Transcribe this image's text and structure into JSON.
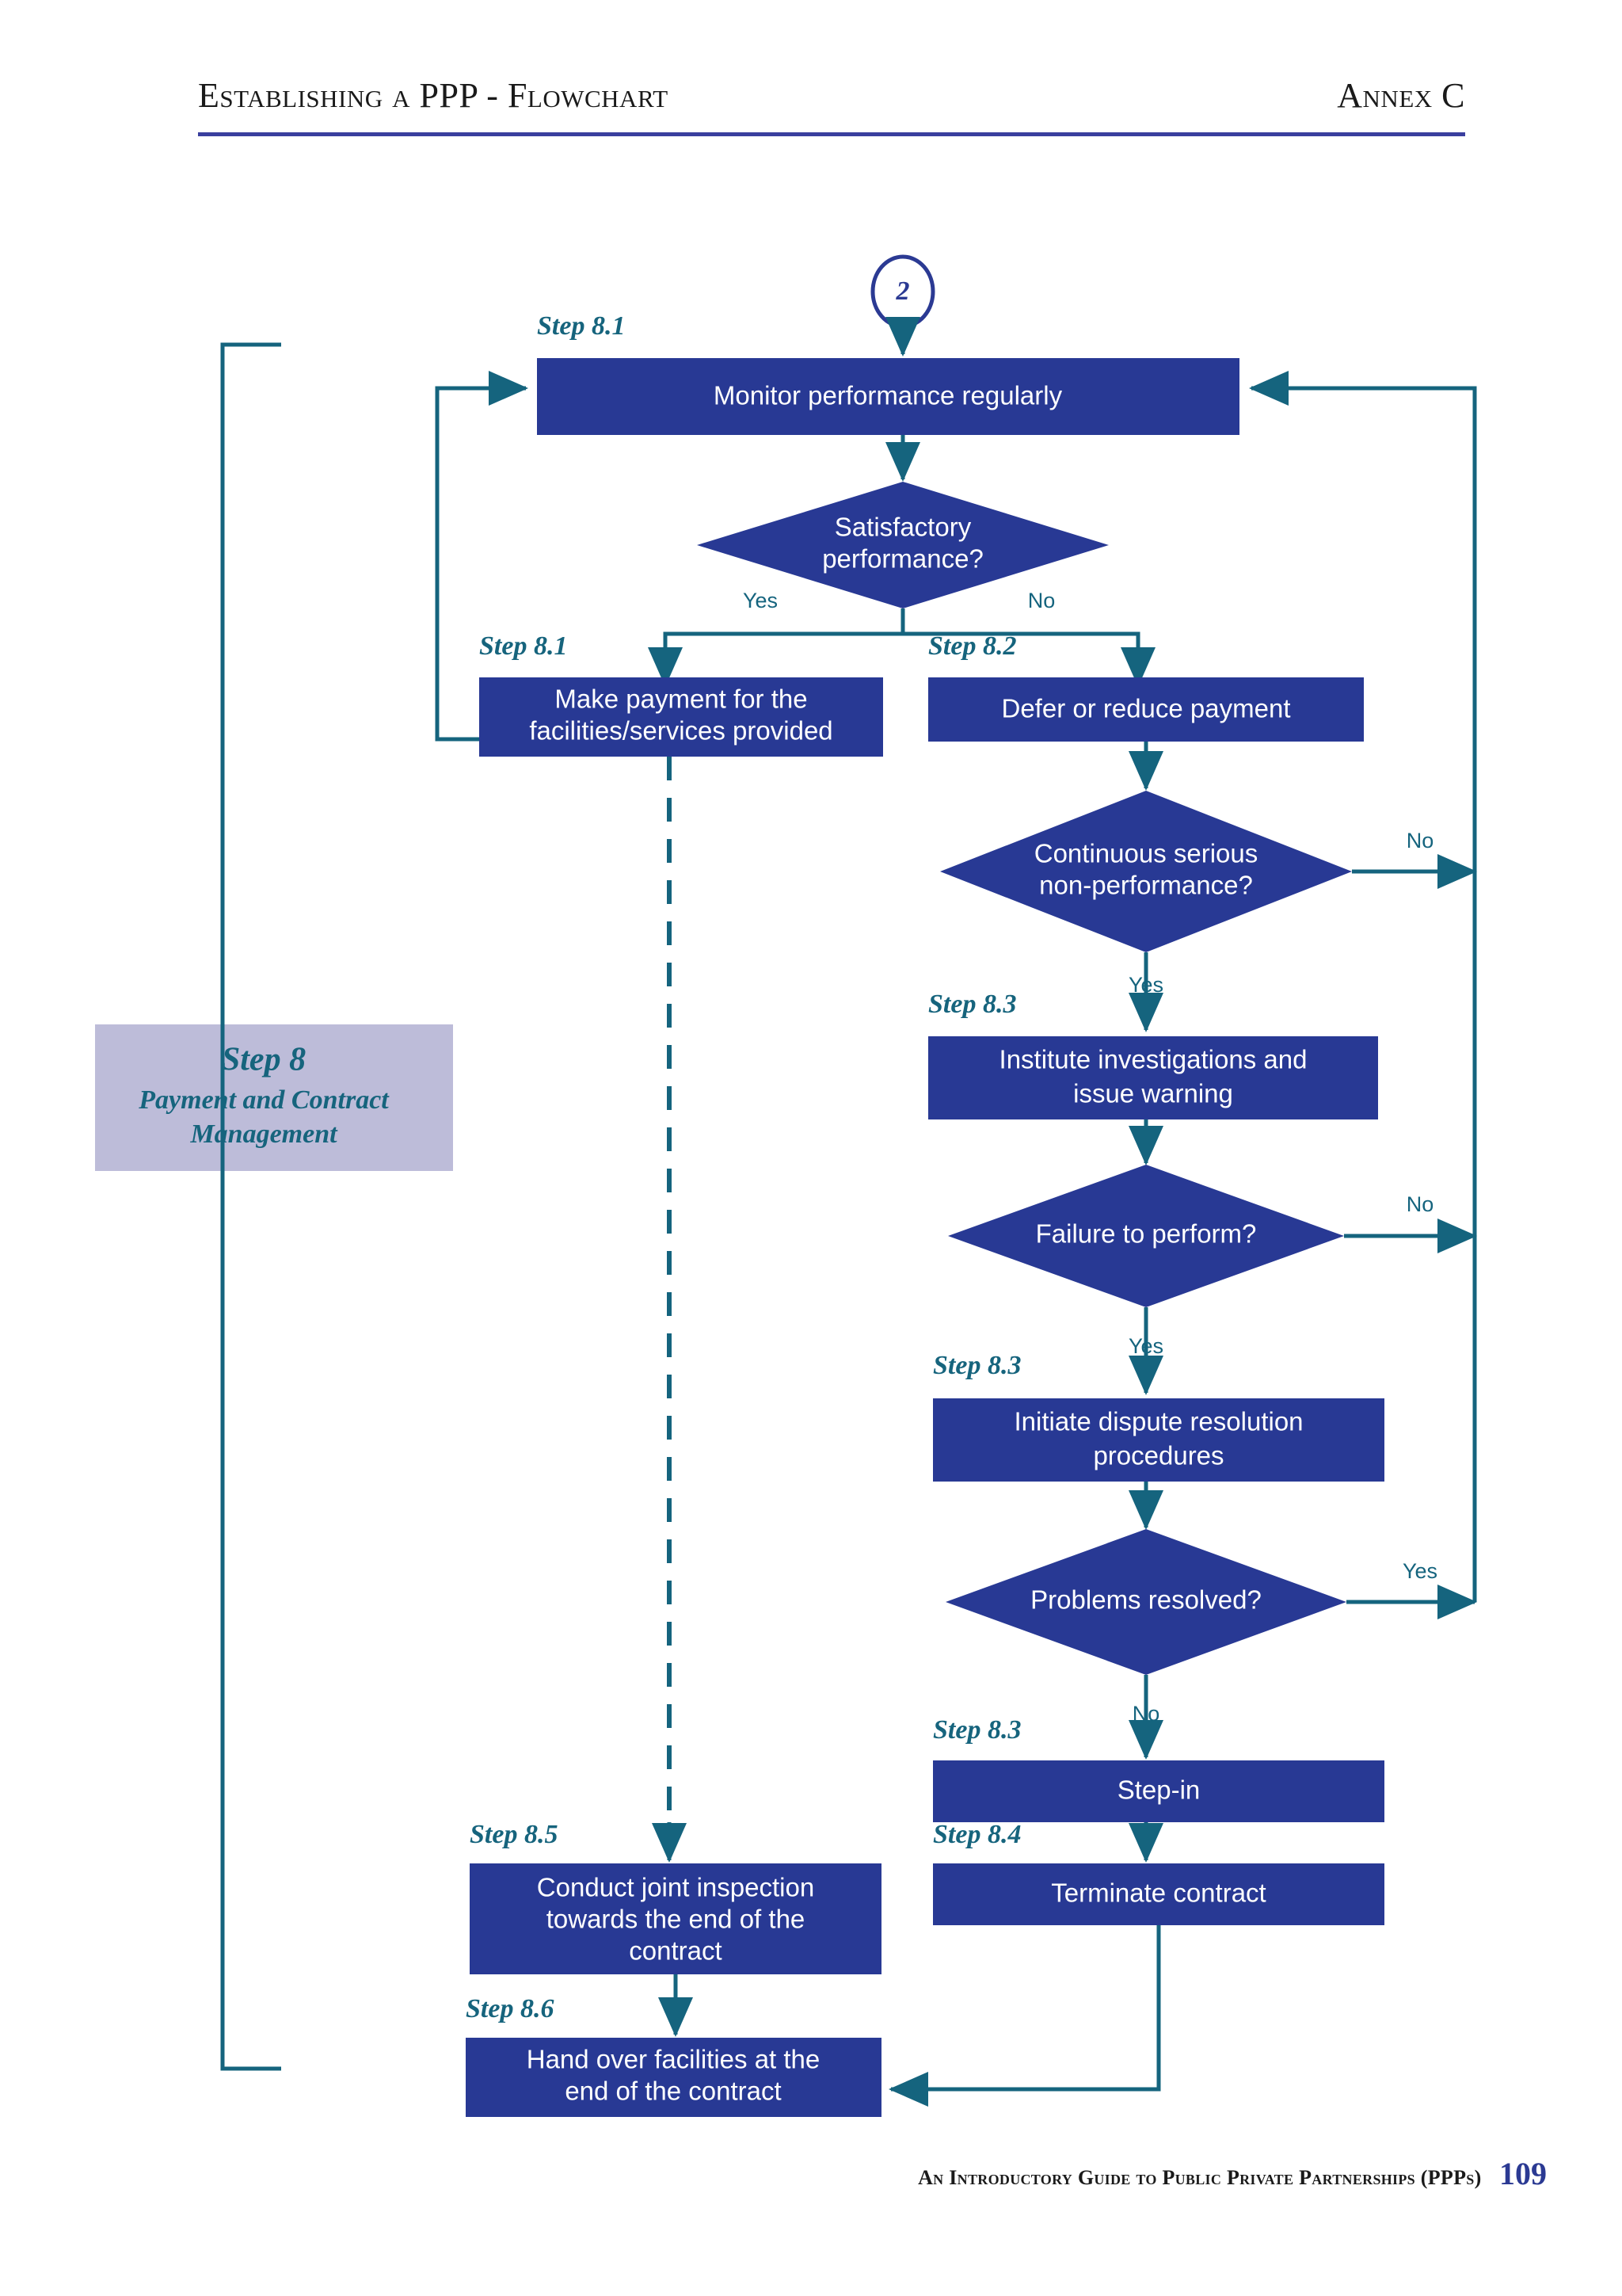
{
  "header": {
    "title": "Establishing a PPP - Flowchart",
    "annex": "Annex C"
  },
  "footer": {
    "text": "An Introductory Guide to Public Private Partnerships (PPPs)",
    "page_number": "109"
  },
  "colors": {
    "node_fill": "#283994",
    "connector": "#15647e",
    "phase_fill": "#bdbcd9",
    "phase_text": "#16647d",
    "rule": "#3a3f9e",
    "page_number": "#2b3a93"
  },
  "phase": {
    "title": "Step 8",
    "subtitle_line1": "Payment and Contract",
    "subtitle_line2": "Management"
  },
  "entry_connector": {
    "label": "2"
  },
  "chart_data": {
    "type": "diagram",
    "nodes": [
      {
        "id": "monitor",
        "shape": "process",
        "step": "Step 8.1",
        "lines": [
          "Monitor performance regularly"
        ]
      },
      {
        "id": "satisfactory",
        "shape": "decision",
        "step": "",
        "lines": [
          "Satisfactory",
          "performance?"
        ]
      },
      {
        "id": "make-payment",
        "shape": "process",
        "step": "Step 8.1",
        "lines": [
          "Make payment for the",
          "facilities/services provided"
        ]
      },
      {
        "id": "defer-payment",
        "shape": "process",
        "step": "Step 8.2",
        "lines": [
          "Defer or reduce payment"
        ]
      },
      {
        "id": "continuous-nonperf",
        "shape": "decision",
        "step": "",
        "lines": [
          "Continuous serious",
          "non-performance?"
        ]
      },
      {
        "id": "institute-investigations",
        "shape": "process",
        "step": "Step 8.3",
        "lines": [
          "Institute investigations and",
          "issue warning"
        ]
      },
      {
        "id": "failure-to-perform",
        "shape": "decision",
        "step": "",
        "lines": [
          "Failure to perform?"
        ]
      },
      {
        "id": "dispute-resolution",
        "shape": "process",
        "step": "Step 8.3",
        "lines": [
          "Initiate dispute resolution",
          "procedures"
        ]
      },
      {
        "id": "problems-resolved",
        "shape": "decision",
        "step": "",
        "lines": [
          "Problems resolved?"
        ]
      },
      {
        "id": "step-in",
        "shape": "process",
        "step": "Step 8.3",
        "lines": [
          "Step-in"
        ]
      },
      {
        "id": "terminate-contract",
        "shape": "process",
        "step": "Step 8.4",
        "lines": [
          "Terminate contract"
        ]
      },
      {
        "id": "joint-inspection",
        "shape": "process",
        "step": "Step 8.5",
        "lines": [
          "Conduct joint inspection",
          "towards the end of the",
          "contract"
        ]
      },
      {
        "id": "hand-over",
        "shape": "process",
        "step": "Step 8.6",
        "lines": [
          "Hand over facilities at the",
          "end of the contract"
        ]
      }
    ],
    "edges": [
      {
        "from": "entry",
        "to": "monitor",
        "label": ""
      },
      {
        "from": "monitor",
        "to": "satisfactory",
        "label": ""
      },
      {
        "from": "satisfactory",
        "to": "make-payment",
        "label": "Yes"
      },
      {
        "from": "satisfactory",
        "to": "defer-payment",
        "label": "No"
      },
      {
        "from": "make-payment",
        "to": "monitor",
        "label": ""
      },
      {
        "from": "make-payment",
        "to": "joint-inspection",
        "label": "",
        "style": "dashed"
      },
      {
        "from": "defer-payment",
        "to": "continuous-nonperf",
        "label": ""
      },
      {
        "from": "continuous-nonperf",
        "to": "monitor",
        "label": "No"
      },
      {
        "from": "continuous-nonperf",
        "to": "institute-investigations",
        "label": "Yes"
      },
      {
        "from": "institute-investigations",
        "to": "failure-to-perform",
        "label": ""
      },
      {
        "from": "failure-to-perform",
        "to": "monitor",
        "label": "No"
      },
      {
        "from": "failure-to-perform",
        "to": "dispute-resolution",
        "label": "Yes"
      },
      {
        "from": "dispute-resolution",
        "to": "problems-resolved",
        "label": ""
      },
      {
        "from": "problems-resolved",
        "to": "monitor",
        "label": "Yes"
      },
      {
        "from": "problems-resolved",
        "to": "step-in",
        "label": "No"
      },
      {
        "from": "step-in",
        "to": "terminate-contract",
        "label": ""
      },
      {
        "from": "terminate-contract",
        "to": "hand-over",
        "label": ""
      },
      {
        "from": "joint-inspection",
        "to": "hand-over",
        "label": ""
      }
    ],
    "branch_labels": [
      "Yes",
      "No"
    ],
    "title": "Establishing a PPP - Flowchart: Step 8 Payment and Contract Management"
  }
}
